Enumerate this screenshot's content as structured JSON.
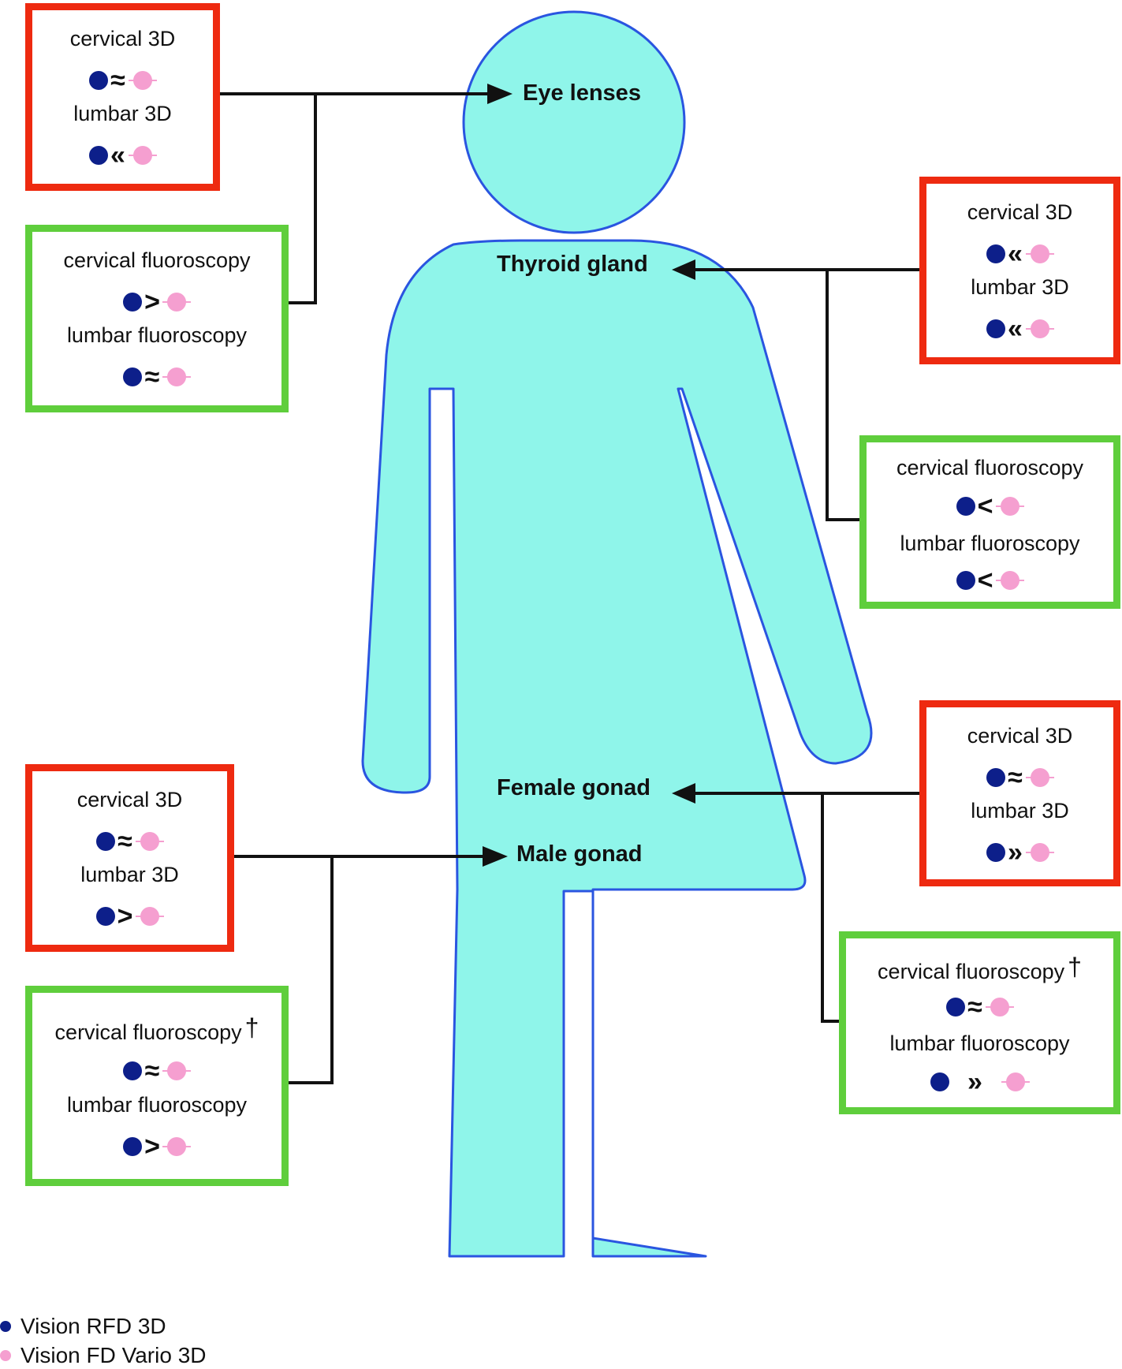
{
  "colors": {
    "body_fill": "#8ff5ea",
    "body_stroke": "#2a55e0",
    "box_3d": "#ee2a10",
    "box_fluoroscopy": "#5fce3c",
    "rfd": "#0d1f8a",
    "fd_vario": "#f59fd0",
    "connector": "#111111"
  },
  "organs": {
    "eye": "Eye lenses",
    "thyroid": "Thyroid gland",
    "female_gonad": "Female gonad",
    "male_gonad": "Male gonad"
  },
  "boxes": {
    "eye_3d": {
      "line1": "cervical 3D",
      "cmp1": "≈",
      "line2": "lumbar 3D",
      "cmp2": "«"
    },
    "eye_fluoro": {
      "line1": "cervical fluoroscopy",
      "cmp1": ">",
      "line2": "lumbar fluoroscopy",
      "cmp2": "≈"
    },
    "thyroid_3d": {
      "line1": "cervical 3D",
      "cmp1": "«",
      "line2": "lumbar 3D",
      "cmp2": "«"
    },
    "thyroid_fluoro": {
      "line1": "cervical fluoroscopy",
      "cmp1": "<",
      "line2": "lumbar fluoroscopy",
      "cmp2": "<"
    },
    "female_3d": {
      "line1": "cervical 3D",
      "cmp1": "≈",
      "line2": "lumbar 3D",
      "cmp2": "»"
    },
    "female_fluoro": {
      "line1": "cervical fluoroscopy",
      "dagger": "†",
      "cmp1": "≈",
      "line2": "lumbar fluoroscopy",
      "cmp2": "»"
    },
    "male_3d": {
      "line1": "cervical 3D",
      "cmp1": "≈",
      "line2": "lumbar 3D",
      "cmp2": ">"
    },
    "male_fluoro": {
      "line1": "cervical fluoroscopy",
      "dagger": "†",
      "cmp1": "≈",
      "line2": "lumbar fluoroscopy",
      "cmp2": ">"
    }
  },
  "legend": {
    "rfd": "Vision RFD 3D",
    "fd_vario": "Vision FD Vario 3D"
  }
}
